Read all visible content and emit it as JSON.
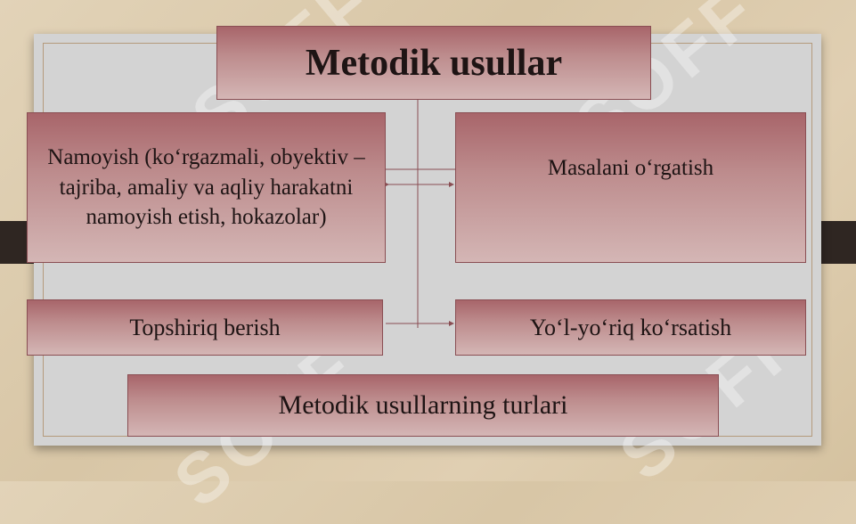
{
  "diagram": {
    "title": "Metodik usullar",
    "nodes": {
      "top_left": "Namoyish (ko‘rgazmali, obyektiv – tajriba, amaliy va aqliy harakatni namoyish etish, hokazolar)",
      "top_right": "Masalani o‘rgatish",
      "bottom_left": "Topshiriq berish",
      "bottom_right": "Yo‘l-yo‘riq ko‘rsatish",
      "footer": "Metodik usullarning turlari"
    }
  },
  "watermark": {
    "text": "SOFF"
  },
  "colors": {
    "box_top": "#a8656a",
    "box_bottom": "#d4b6b5",
    "panel": "#d3d3d3",
    "band": "#2f2622",
    "connector": "#8a4e53"
  }
}
